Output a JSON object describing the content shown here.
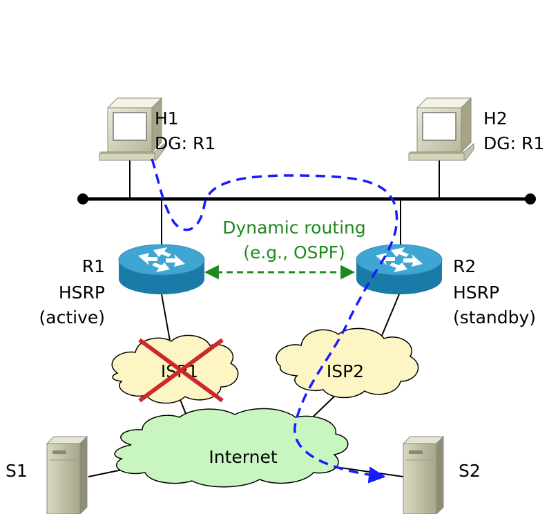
{
  "hosts": [
    {
      "name": "H1",
      "gateway": "DG: R1"
    },
    {
      "name": "H2",
      "gateway": "DG: R1"
    }
  ],
  "routers": [
    {
      "name": "R1",
      "protocol": "HSRP",
      "state": "(active)"
    },
    {
      "name": "R2",
      "protocol": "HSRP",
      "state": "(standby)"
    }
  ],
  "isps": [
    {
      "name": "ISP1",
      "failed": true
    },
    {
      "name": "ISP2",
      "failed": false
    }
  ],
  "internet": {
    "label": "Internet"
  },
  "servers": [
    {
      "name": "S1"
    },
    {
      "name": "S2"
    }
  ],
  "routing_link": {
    "line1": "Dynamic routing",
    "line2": "(e.g., OSPF)"
  },
  "colors": {
    "bus": "#000000",
    "router": "#1f86b3",
    "isp_cloud": "#fdf5c3",
    "internet_cloud": "#c9f5c0",
    "routing_arrow": "#1e8a1e",
    "traffic_path": "#1a1aff",
    "failure_cross": "#cc2a2a"
  }
}
